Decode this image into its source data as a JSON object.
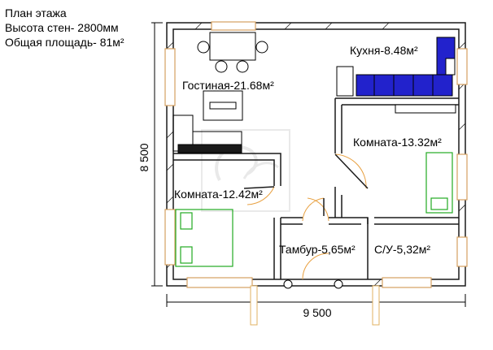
{
  "header": {
    "title": "План этажа",
    "wall_height": "Высота стен- 2800мм",
    "total_area": "Общая площадь- 81м²"
  },
  "rooms": {
    "living": "Гостиная-21.68м²",
    "kitchen": "Кухня-8.48м²",
    "bedroom_right": "Комната-13.32м²",
    "bedroom_left": "Комната-12.42м²",
    "vestibule": "Тамбур-5,65м²",
    "bathroom": "С/У-5,32м²"
  },
  "dimensions": {
    "height": "8 500",
    "width": "9 500"
  },
  "colors": {
    "wall": "#1a1a1a",
    "kitchen_units": "#2222cc",
    "bed_outline": "#22aa22",
    "door_swing": "#e8a040",
    "window_frame": "#d4a060",
    "porch_post": "#e0b060"
  }
}
